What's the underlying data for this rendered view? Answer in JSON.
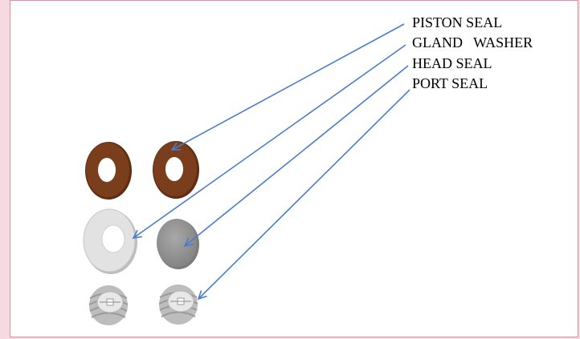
{
  "diagram": {
    "labels": {
      "piston_seal": "PISTON SEAL",
      "gland_washer": "GLAND   WASHER",
      "head_seal": "HEAD SEAL",
      "port_seal": "PORT SEAL"
    },
    "colors": {
      "arrow": "#4a7cc9",
      "piston_seal": "#7a3e1c",
      "gland_washer": "#dcdcdc",
      "head_seal": "#9a9a9a",
      "port_seal": "#d8d8d8",
      "frame_border": "#e38ca5",
      "page_background": "#f7d9e1"
    }
  }
}
